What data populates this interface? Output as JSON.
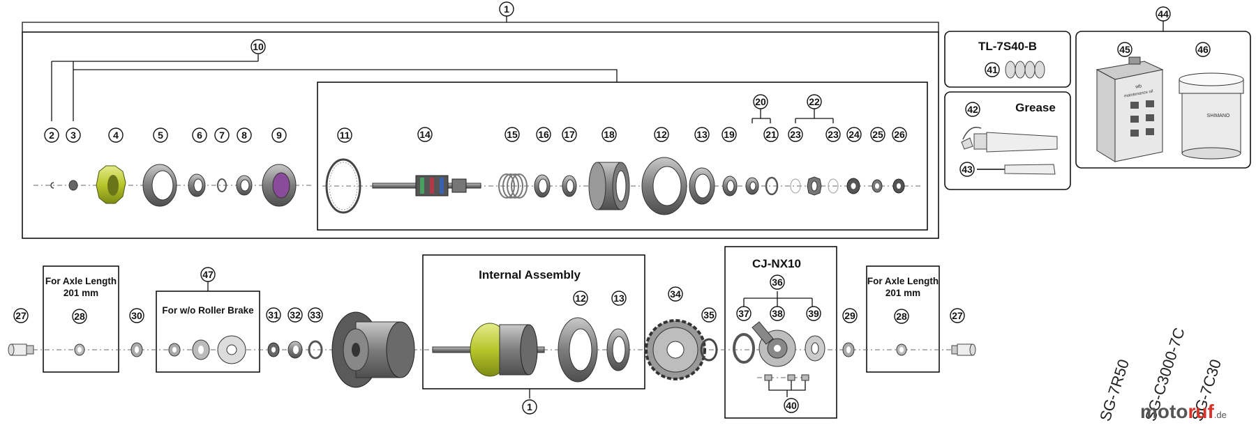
{
  "labels": {
    "l1": "1",
    "l1b": "1",
    "l2": "2",
    "l3": "3",
    "l4": "4",
    "l5": "5",
    "l6": "6",
    "l7": "7",
    "l8": "8",
    "l9": "9",
    "l10": "10",
    "l11": "11",
    "l12": "12",
    "l12b": "12",
    "l13": "13",
    "l13b": "13",
    "l14": "14",
    "l15": "15",
    "l16": "16",
    "l17": "17",
    "l18": "18",
    "l19": "19",
    "l20": "20",
    "l21": "21",
    "l22": "22",
    "l23a": "23",
    "l23b": "23",
    "l24": "24",
    "l25": "25",
    "l26": "26",
    "l27a": "27",
    "l27b": "27",
    "l28a": "28",
    "l28b": "28",
    "l29": "29",
    "l30": "30",
    "l31": "31",
    "l32": "32",
    "l33": "33",
    "l34": "34",
    "l35": "35",
    "l36": "36",
    "l37": "37",
    "l38": "38",
    "l39": "39",
    "l40": "40",
    "l41": "41",
    "l42": "42",
    "l43": "43",
    "l44": "44",
    "l45": "45",
    "l46": "46",
    "l47": "47"
  },
  "boxes": {
    "tool_title": "TL-7S40-B",
    "grease_title": "Grease",
    "internal_title": "Internal Assembly",
    "cj_title": "CJ-NX10",
    "axle_left_line1": "For Axle Length",
    "axle_left_line2": "201 mm",
    "axle_right_line1": "For Axle Length",
    "axle_right_line2": "201 mm",
    "roller_title": "For w/o Roller Brake"
  },
  "product_text": {
    "can_label_1": "wb",
    "can_label_2": "maintenance oil",
    "jar_label": "SHIMANO"
  },
  "models": [
    "SG-7R50",
    "SG-C3000-7C",
    "SG-7C30"
  ],
  "watermark": {
    "part1": "moto",
    "part2": "ruf",
    "suffix": ".de"
  },
  "colors": {
    "part_gray": "#8a8a8a",
    "part_dark": "#5a5a5a",
    "accent_green": "#c6d43a",
    "accent_red": "#d8322a"
  }
}
